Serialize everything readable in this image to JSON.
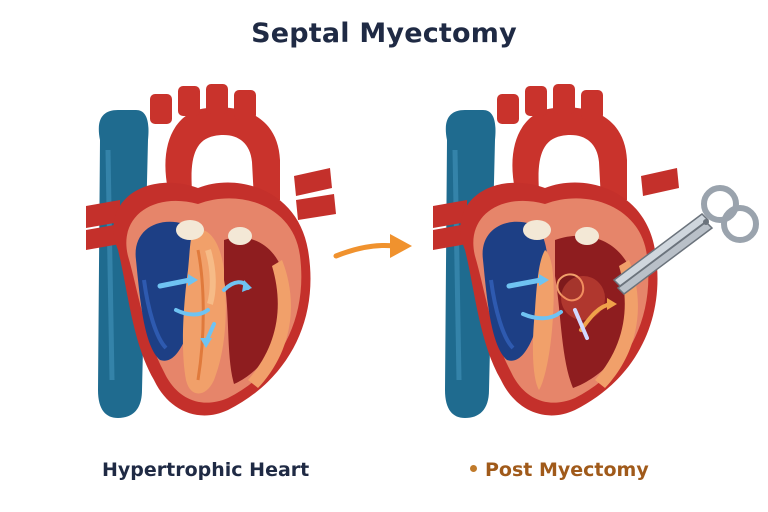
{
  "title": "Septal Myectomy",
  "captions": {
    "left": "Hypertrophic Heart",
    "right": "Post Myectomy"
  },
  "colors": {
    "title_text": "#1f2a44",
    "post_caption": "#a05a1a",
    "arrow": "#f0922e",
    "heart_red": "#c4302b",
    "vein_blue": "#1f6b8f",
    "muscle_orange": "#f1a06a",
    "flow_blue": "#6fc3f2"
  },
  "icons": [
    "heart-illustration",
    "right-arrow-icon",
    "surgical-scissors-icon"
  ]
}
